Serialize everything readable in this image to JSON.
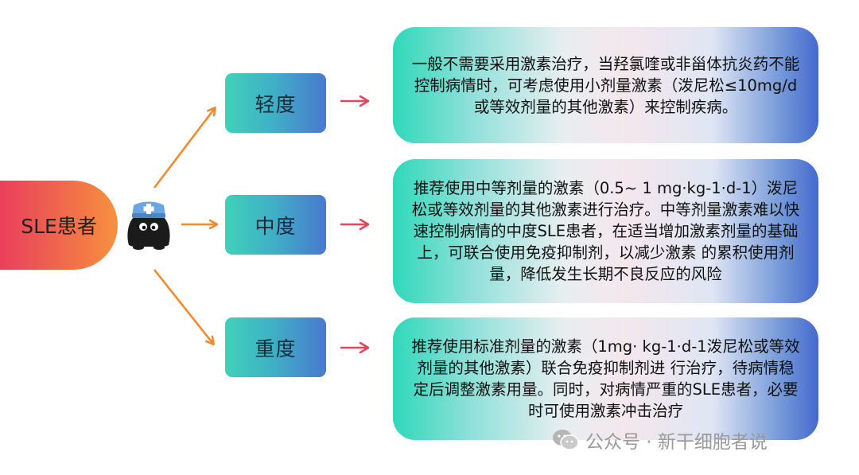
{
  "root": {
    "label": "SLE患者"
  },
  "levels": [
    {
      "label": "轻度",
      "description": "一般不需要采用激素治疗，当羟氯喹或非甾体抗炎药不能控制病情时，可考虑使用小剂量激素（泼尼松≤10mg/d或等效剂量的其他激素）来控制疾病。"
    },
    {
      "label": "中度",
      "description": "推荐使用中等剂量的激素（0.5~ 1 mg·kg-1·d-1）泼尼松或等效剂量的其他激素进行治疗。中等剂量激素难以快速控制病情的中度SLE患者，在适当增加激素剂量的基础上，可联合使用免疫抑制剂，以减少激素 的累积使用剂量，降低发生长期不良反应的风险"
    },
    {
      "label": "重度",
      "description": "推荐使用标准剂量的激素（1mg· kg-1·d-1泼尼松或等效剂量的其他激素）联合免疫抑制剂进 行治疗，待病情稳定后调整激素用量。同时，对病情严重的SLE患者，必要时可使用激素冲击治疗"
    }
  ],
  "watermark": {
    "text": "公众号 · 新干细胞者说"
  },
  "colors": {
    "branch_arrow": "#f08a2c",
    "level_arrow": "#e8455a",
    "root_gradient": [
      "#ea3f5c",
      "#f7913f"
    ],
    "level_gradient": [
      "#3fd1b9",
      "#4a79cf"
    ]
  },
  "icons": [
    "doctor-icon",
    "wechat-icon"
  ]
}
